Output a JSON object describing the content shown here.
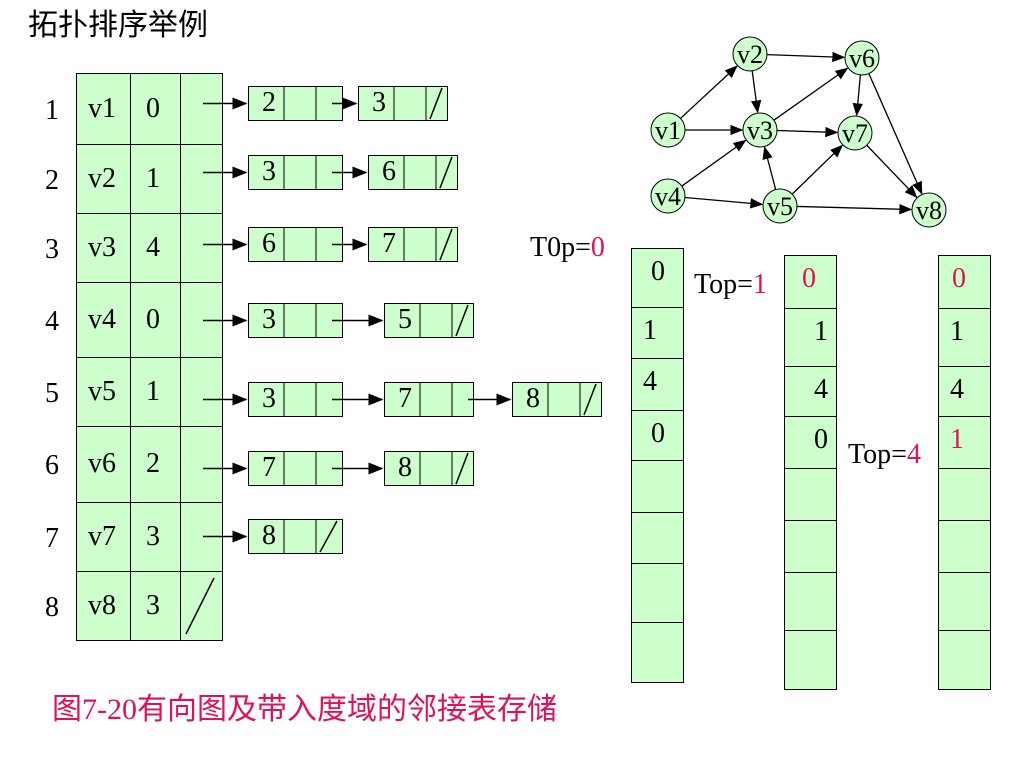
{
  "title": "拓扑排序举例",
  "caption": "图7-20有向图及带入度域的邻接表存储",
  "colors": {
    "cell_fill": "#ccffcc",
    "accent": "#e0105c",
    "node_fill": "#ccffcc"
  },
  "head_table": [
    {
      "index": "1",
      "vertex": "v1",
      "indegree": "0"
    },
    {
      "index": "2",
      "vertex": "v2",
      "indegree": "1"
    },
    {
      "index": "3",
      "vertex": "v3",
      "indegree": "4"
    },
    {
      "index": "4",
      "vertex": "v4",
      "indegree": "0"
    },
    {
      "index": "5",
      "vertex": "v5",
      "indegree": "1"
    },
    {
      "index": "6",
      "vertex": "v6",
      "indegree": "2"
    },
    {
      "index": "7",
      "vertex": "v7",
      "indegree": "3"
    },
    {
      "index": "8",
      "vertex": "v8",
      "indegree": "3"
    }
  ],
  "adjacency": [
    [
      "2",
      "3"
    ],
    [
      "3",
      "6"
    ],
    [
      "6",
      "7"
    ],
    [
      "3",
      "5"
    ],
    [
      "3",
      "7",
      "8"
    ],
    [
      "7",
      "8"
    ],
    [
      "8"
    ],
    []
  ],
  "graph": {
    "nodes": [
      "v1",
      "v2",
      "v3",
      "v4",
      "v5",
      "v6",
      "v7",
      "v8"
    ],
    "edges": [
      [
        "v1",
        "v2"
      ],
      [
        "v1",
        "v3"
      ],
      [
        "v2",
        "v3"
      ],
      [
        "v2",
        "v6"
      ],
      [
        "v3",
        "v6"
      ],
      [
        "v3",
        "v7"
      ],
      [
        "v4",
        "v3"
      ],
      [
        "v4",
        "v5"
      ],
      [
        "v5",
        "v3"
      ],
      [
        "v5",
        "v7"
      ],
      [
        "v5",
        "v8"
      ],
      [
        "v6",
        "v7"
      ],
      [
        "v6",
        "v8"
      ],
      [
        "v7",
        "v8"
      ]
    ]
  },
  "stacks": [
    {
      "label": "T0p=",
      "label_value": "0",
      "cells": [
        "0",
        "1",
        "4",
        "0",
        "",
        "",
        "",
        ""
      ],
      "red_cells": []
    },
    {
      "label": "Top=",
      "label_value": "1",
      "cells": [
        "0",
        "1",
        "4",
        "0",
        "",
        "",
        "",
        ""
      ],
      "red_cells": [
        0
      ]
    },
    {
      "label": "Top=",
      "label_value": "4",
      "cells": [
        "0",
        "1",
        "4",
        "1",
        "",
        "",
        "",
        ""
      ],
      "red_cells": [
        0,
        3
      ]
    }
  ]
}
